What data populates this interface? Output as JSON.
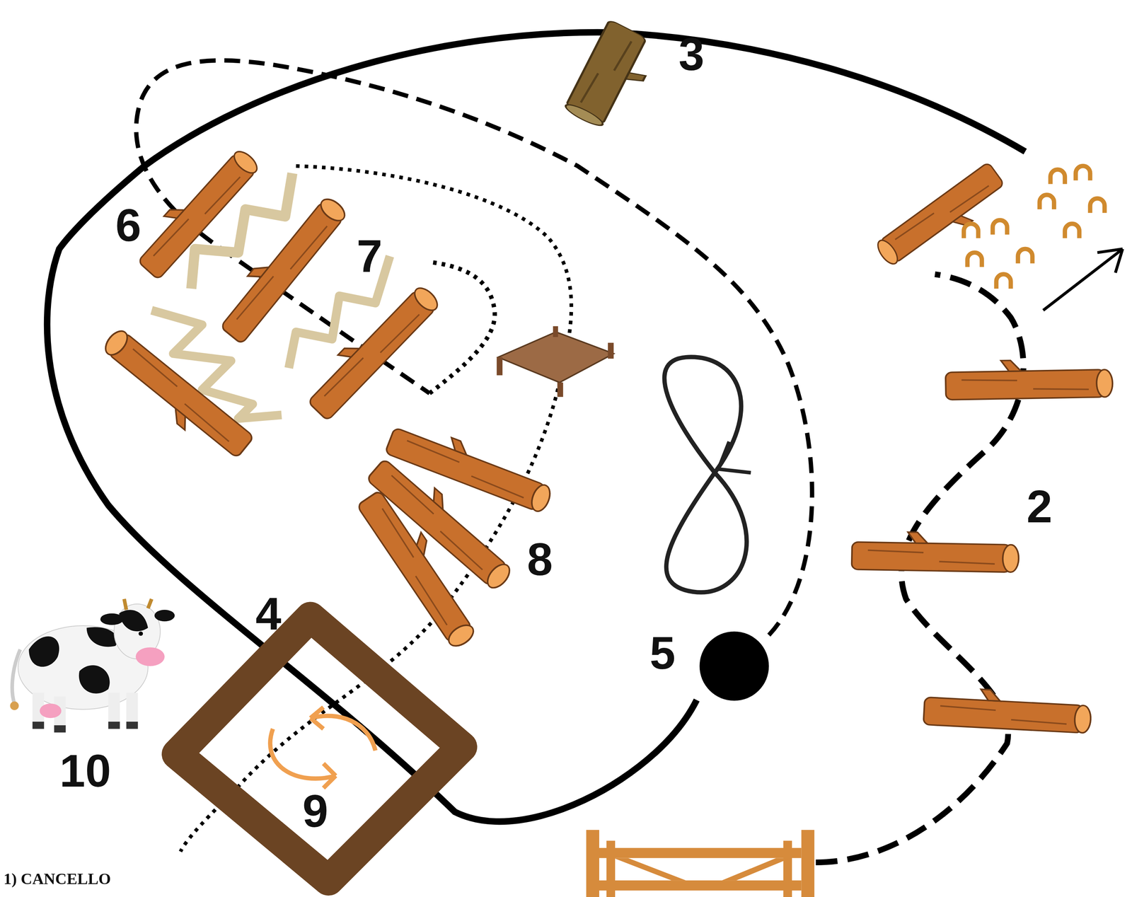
{
  "diagram": {
    "labels": [
      "3",
      "6",
      "7",
      "2",
      "8",
      "4",
      "5",
      "10",
      "9",
      "1) CANCELLO"
    ]
  }
}
